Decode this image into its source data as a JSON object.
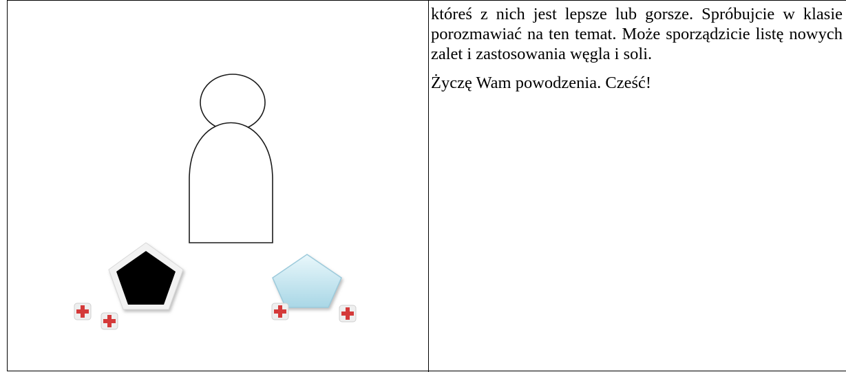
{
  "document": {
    "paragraph_1": "któreś z nich jest lepsze lub gorsze. Spróbujcie w klasie porozmawiać  na ten temat. Może sporządzicie listę nowych zalet i zastosowania węgla i soli.",
    "paragraph_2": "Życzę Wam powodzenia.  Cześć!"
  },
  "illustration": {
    "figure": "person-outline",
    "coal_icon": "black-pentagon-icon",
    "salt_icon": "light-blue-pentagon-icon",
    "plus_badges": [
      "plus-badge-icon",
      "plus-badge-icon",
      "plus-badge-icon",
      "plus-badge-icon"
    ],
    "colors": {
      "coal": "#000000",
      "salt": "#bfe3ee",
      "plus_red": "#d43a3a",
      "outline": "#1a1a1a"
    }
  }
}
